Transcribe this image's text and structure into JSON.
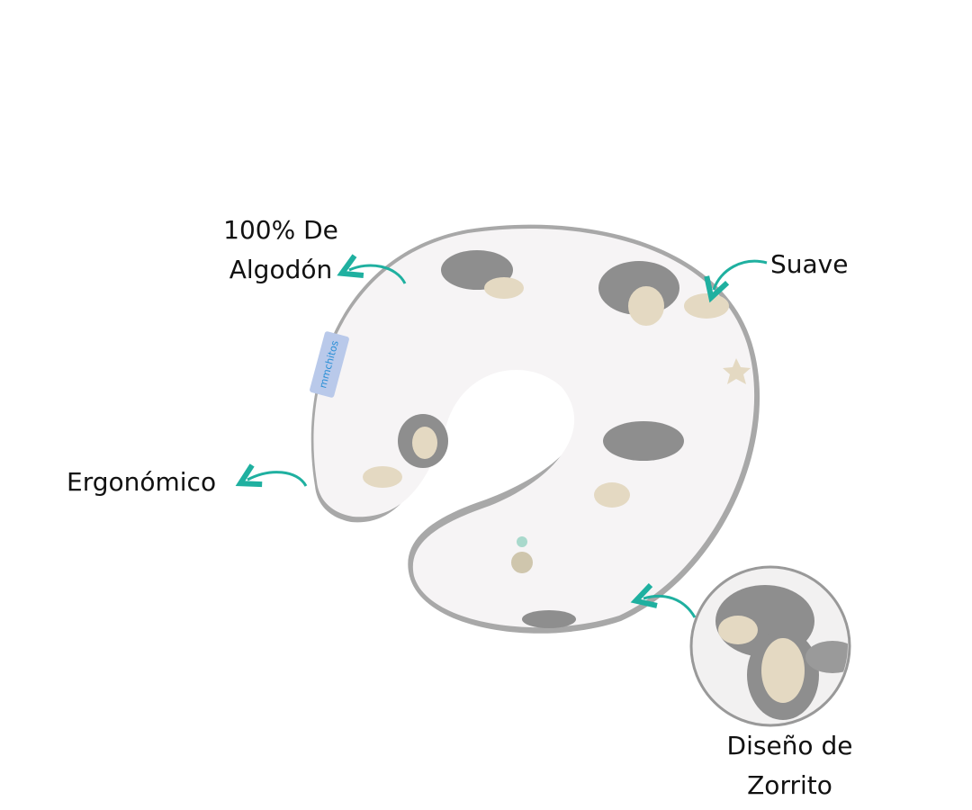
{
  "labels": {
    "cotton_line1": "100% De",
    "cotton_line2": "Algodón",
    "soft": "Suave",
    "ergonomic": "Ergonómico",
    "design_line1": "Diseño de",
    "design_line2": "Zorrito"
  },
  "brand_tag": "mmchitos",
  "colors": {
    "arrow": "#1fb0a0",
    "pillow_edge": "#9a9a9a",
    "fox_gray": "#8e8e8e",
    "fox_beige": "#e4d9c2"
  }
}
